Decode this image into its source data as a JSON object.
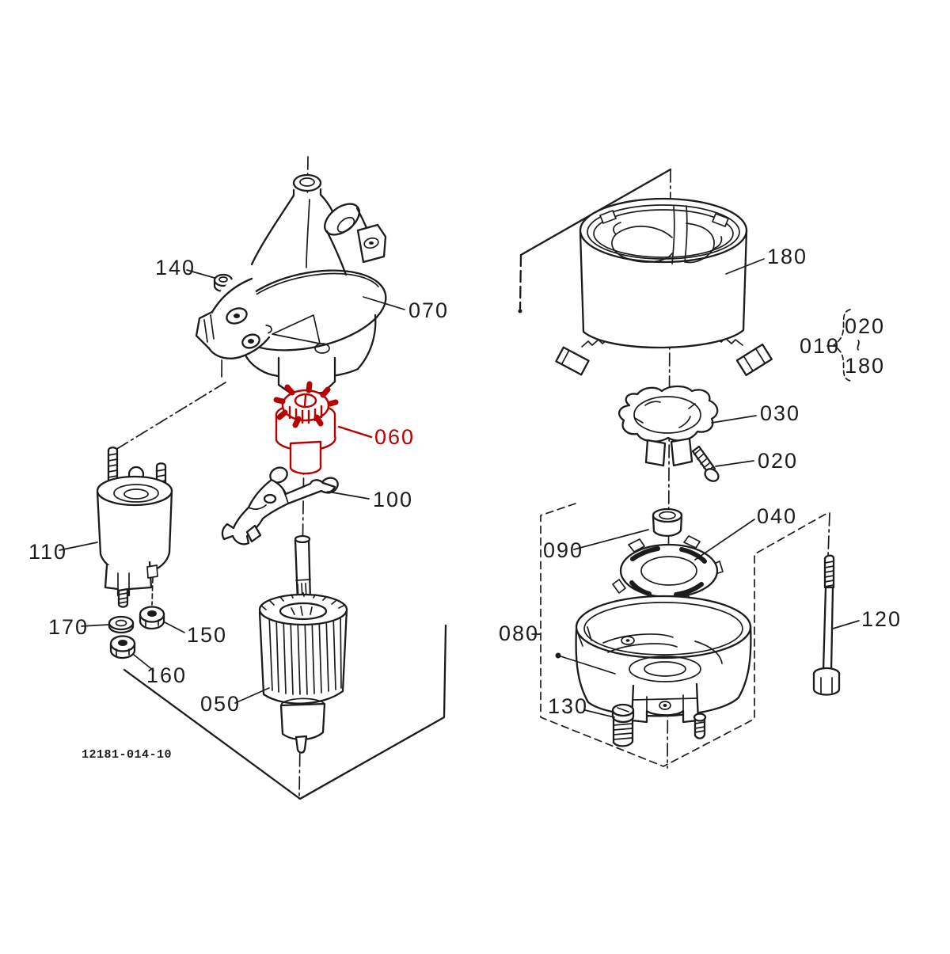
{
  "figure": {
    "code": "12181-014-10",
    "line_color": "#1c1c1c",
    "highlight_color": "#b80000",
    "background_color": "#ffffff"
  },
  "left_assembly": {
    "callouts": {
      "c140": "140",
      "c070": "070",
      "c060": "060",
      "c100": "100",
      "c110": "110",
      "c170": "170",
      "c150": "150",
      "c160": "160",
      "c050": "050"
    }
  },
  "right_assembly": {
    "callouts": {
      "c180": "180",
      "c010": "010",
      "c030": "030",
      "c020": "020",
      "c090": "090",
      "c040": "040",
      "c080": "080",
      "c130": "130",
      "c120": "120"
    },
    "range_brace": {
      "from": "020",
      "tilde": "~",
      "to": "180"
    }
  }
}
